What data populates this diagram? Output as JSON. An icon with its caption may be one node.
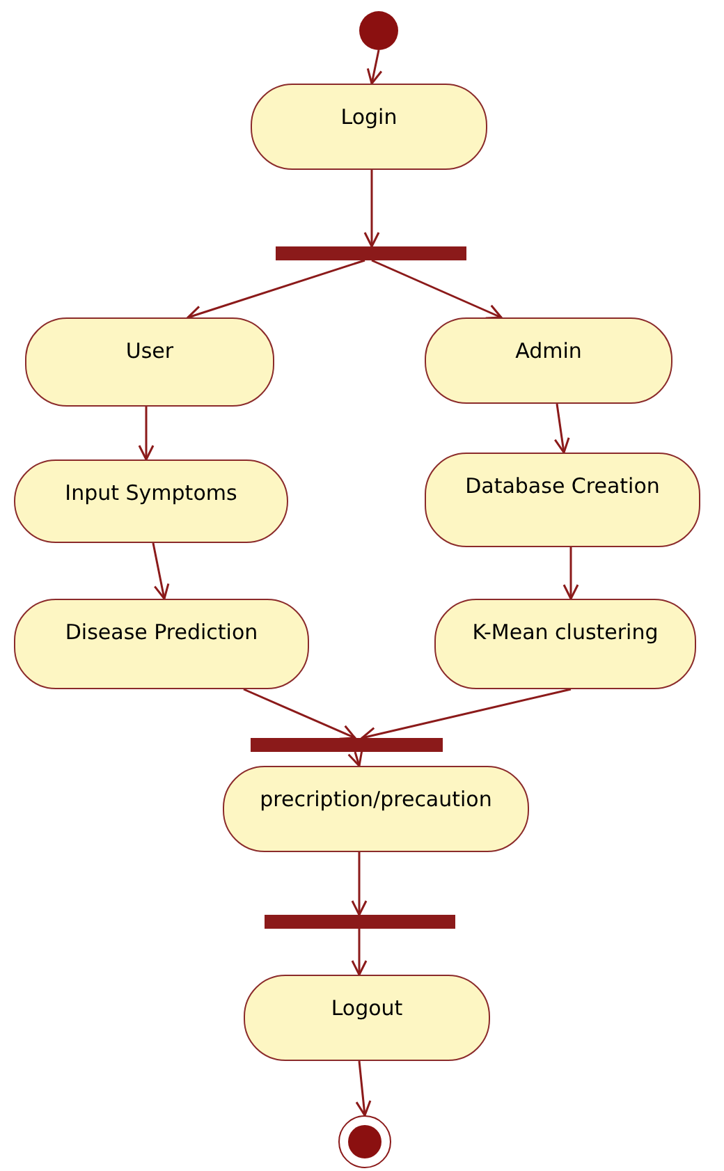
{
  "diagram": {
    "nodes": [
      {
        "text": [],
        "shape": "circle"
      },
      {
        "text": [
          "Login"
        ]
      },
      {
        "text": [],
        "shape": "bar"
      },
      {
        "text": [
          "User"
        ]
      },
      {
        "text": [
          "Admin"
        ]
      },
      {
        "text": [
          "Input Symptoms"
        ]
      },
      {
        "text": [
          "Database Creation"
        ]
      },
      {
        "text": [
          "Disease Prediction"
        ]
      },
      {
        "text": [
          "K-Mean clustering"
        ]
      },
      {
        "text": [],
        "shape": "bar"
      },
      {
        "text": [
          "precription/precaution"
        ]
      },
      {
        "text": [],
        "shape": "bar"
      },
      {
        "text": [
          "Logout"
        ]
      },
      {
        "text": [],
        "shape": "bullseye"
      }
    ],
    "edges": [
      {
        "from": 0,
        "to": 1,
        "arrow": "to"
      },
      {
        "from": 1,
        "to": 2,
        "arrow": "to"
      },
      {
        "from": 2,
        "to": 3,
        "arrow": "to"
      },
      {
        "from": 2,
        "to": 4,
        "arrow": "to"
      },
      {
        "from": 3,
        "to": 5,
        "arrow": "to"
      },
      {
        "from": 4,
        "to": 6,
        "arrow": "to"
      },
      {
        "from": 5,
        "to": 7,
        "arrow": "to"
      },
      {
        "from": 6,
        "to": 8,
        "arrow": "to"
      },
      {
        "from": 7,
        "to": 9,
        "arrow": "to"
      },
      {
        "from": 8,
        "to": 9,
        "arrow": "to"
      },
      {
        "from": 9,
        "to": 10,
        "arrow": "to"
      },
      {
        "from": 10,
        "to": 11,
        "arrow": "to"
      },
      {
        "from": 11,
        "to": 12,
        "arrow": "to"
      },
      {
        "from": 12,
        "to": 13,
        "arrow": "to"
      }
    ]
  }
}
